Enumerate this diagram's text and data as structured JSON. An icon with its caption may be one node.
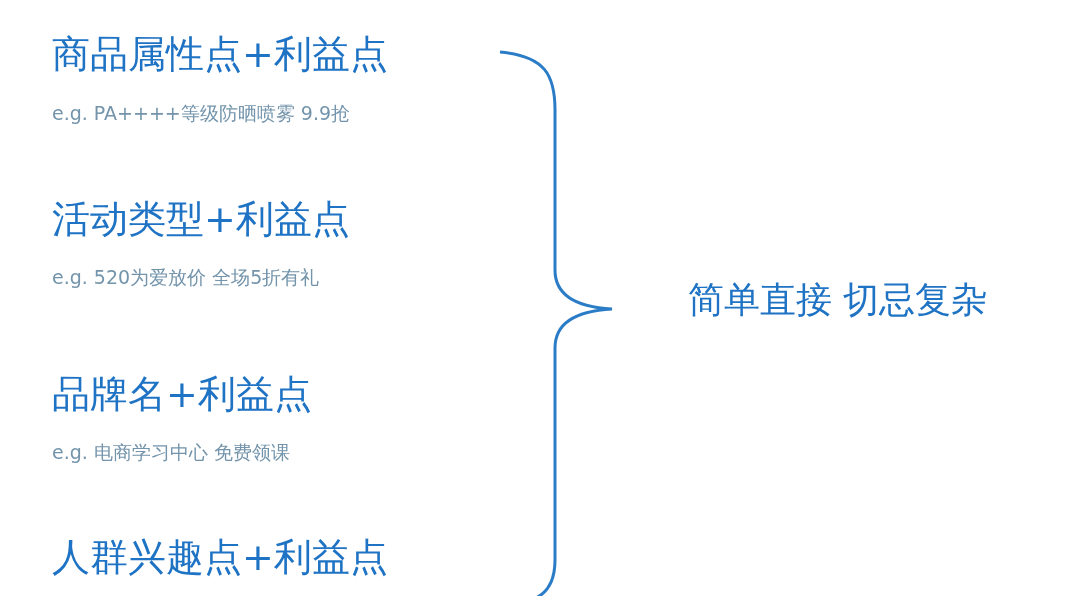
{
  "diagram": {
    "labels": [
      "商品属性点+利益点",
      "e.g. PA++++等级防晒喷雾 9.9抢",
      "活动类型+利益点",
      "e.g. 520为爱放价 全场5折有礼",
      "品牌名+利益点",
      "e.g. 电商学习中心 免费领课",
      "人群兴趣点+利益点",
      "简单直接 切忌复杂"
    ]
  }
}
